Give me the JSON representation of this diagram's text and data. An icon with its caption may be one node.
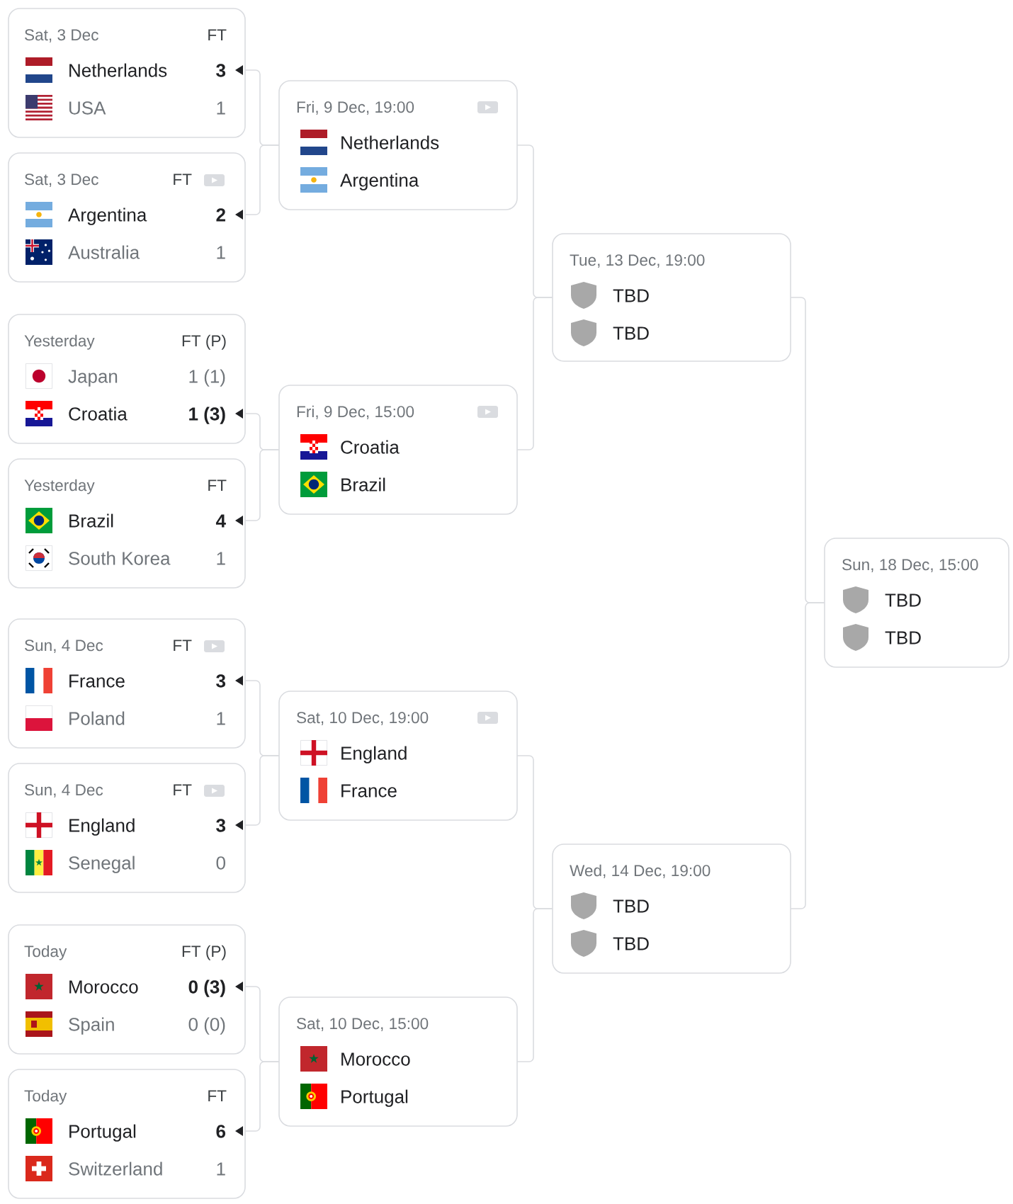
{
  "diagram": {
    "nodes": [
      {
        "text": [
          "Sat, 3 Dec",
          "FT",
          "Netherlands",
          "3",
          "USA",
          "1"
        ]
      },
      {
        "text": [
          "Sat, 3 Dec",
          "FT",
          "Argentina",
          "2",
          "Australia",
          "1"
        ]
      },
      {
        "text": [
          "Yesterday",
          "FT (P)",
          "Japan",
          "1 (1)",
          "Croatia",
          "1 (3)"
        ]
      },
      {
        "text": [
          "Yesterday",
          "FT",
          "Brazil",
          "4",
          "South Korea",
          "1"
        ]
      },
      {
        "text": [
          "Sun, 4 Dec",
          "FT",
          "France",
          "3",
          "Poland",
          "1"
        ]
      },
      {
        "text": [
          "Sun, 4 Dec",
          "FT",
          "England",
          "3",
          "Senegal",
          "0"
        ]
      },
      {
        "text": [
          "Today",
          "FT (P)",
          "Morocco",
          "0 (3)",
          "Spain",
          "0 (0)"
        ]
      },
      {
        "text": [
          "Today",
          "FT",
          "Portugal",
          "6",
          "Switzerland",
          "1"
        ]
      },
      {
        "text": [
          "Fri, 9 Dec, 19:00",
          "Netherlands",
          "Argentina"
        ]
      },
      {
        "text": [
          "Fri, 9 Dec, 15:00",
          "Croatia",
          "Brazil"
        ]
      },
      {
        "text": [
          "Sat, 10 Dec, 19:00",
          "England",
          "France"
        ]
      },
      {
        "text": [
          "Sat, 10 Dec, 15:00",
          "Morocco",
          "Portugal"
        ]
      },
      {
        "text": [
          "Tue, 13 Dec, 19:00",
          "TBD",
          "TBD"
        ]
      },
      {
        "text": [
          "Wed, 14 Dec, 19:00",
          "TBD",
          "TBD"
        ]
      },
      {
        "text": [
          "Sun, 18 Dec, 15:00",
          "TBD",
          "TBD"
        ]
      }
    ],
    "edges": [
      {
        "from": 0,
        "to": 8,
        "arrow": "none"
      },
      {
        "from": 1,
        "to": 8,
        "arrow": "none"
      },
      {
        "from": 2,
        "to": 9,
        "arrow": "none"
      },
      {
        "from": 3,
        "to": 9,
        "arrow": "none"
      },
      {
        "from": 4,
        "to": 10,
        "arrow": "none"
      },
      {
        "from": 5,
        "to": 10,
        "arrow": "none"
      },
      {
        "from": 6,
        "to": 11,
        "arrow": "none"
      },
      {
        "from": 7,
        "to": 11,
        "arrow": "none"
      },
      {
        "from": 8,
        "to": 12,
        "arrow": "none"
      },
      {
        "from": 9,
        "to": 12,
        "arrow": "none"
      },
      {
        "from": 10,
        "to": 13,
        "arrow": "none"
      },
      {
        "from": 11,
        "to": 13,
        "arrow": "none"
      },
      {
        "from": 12,
        "to": 14,
        "arrow": "none"
      },
      {
        "from": 13,
        "to": 14,
        "arrow": "none"
      }
    ]
  }
}
